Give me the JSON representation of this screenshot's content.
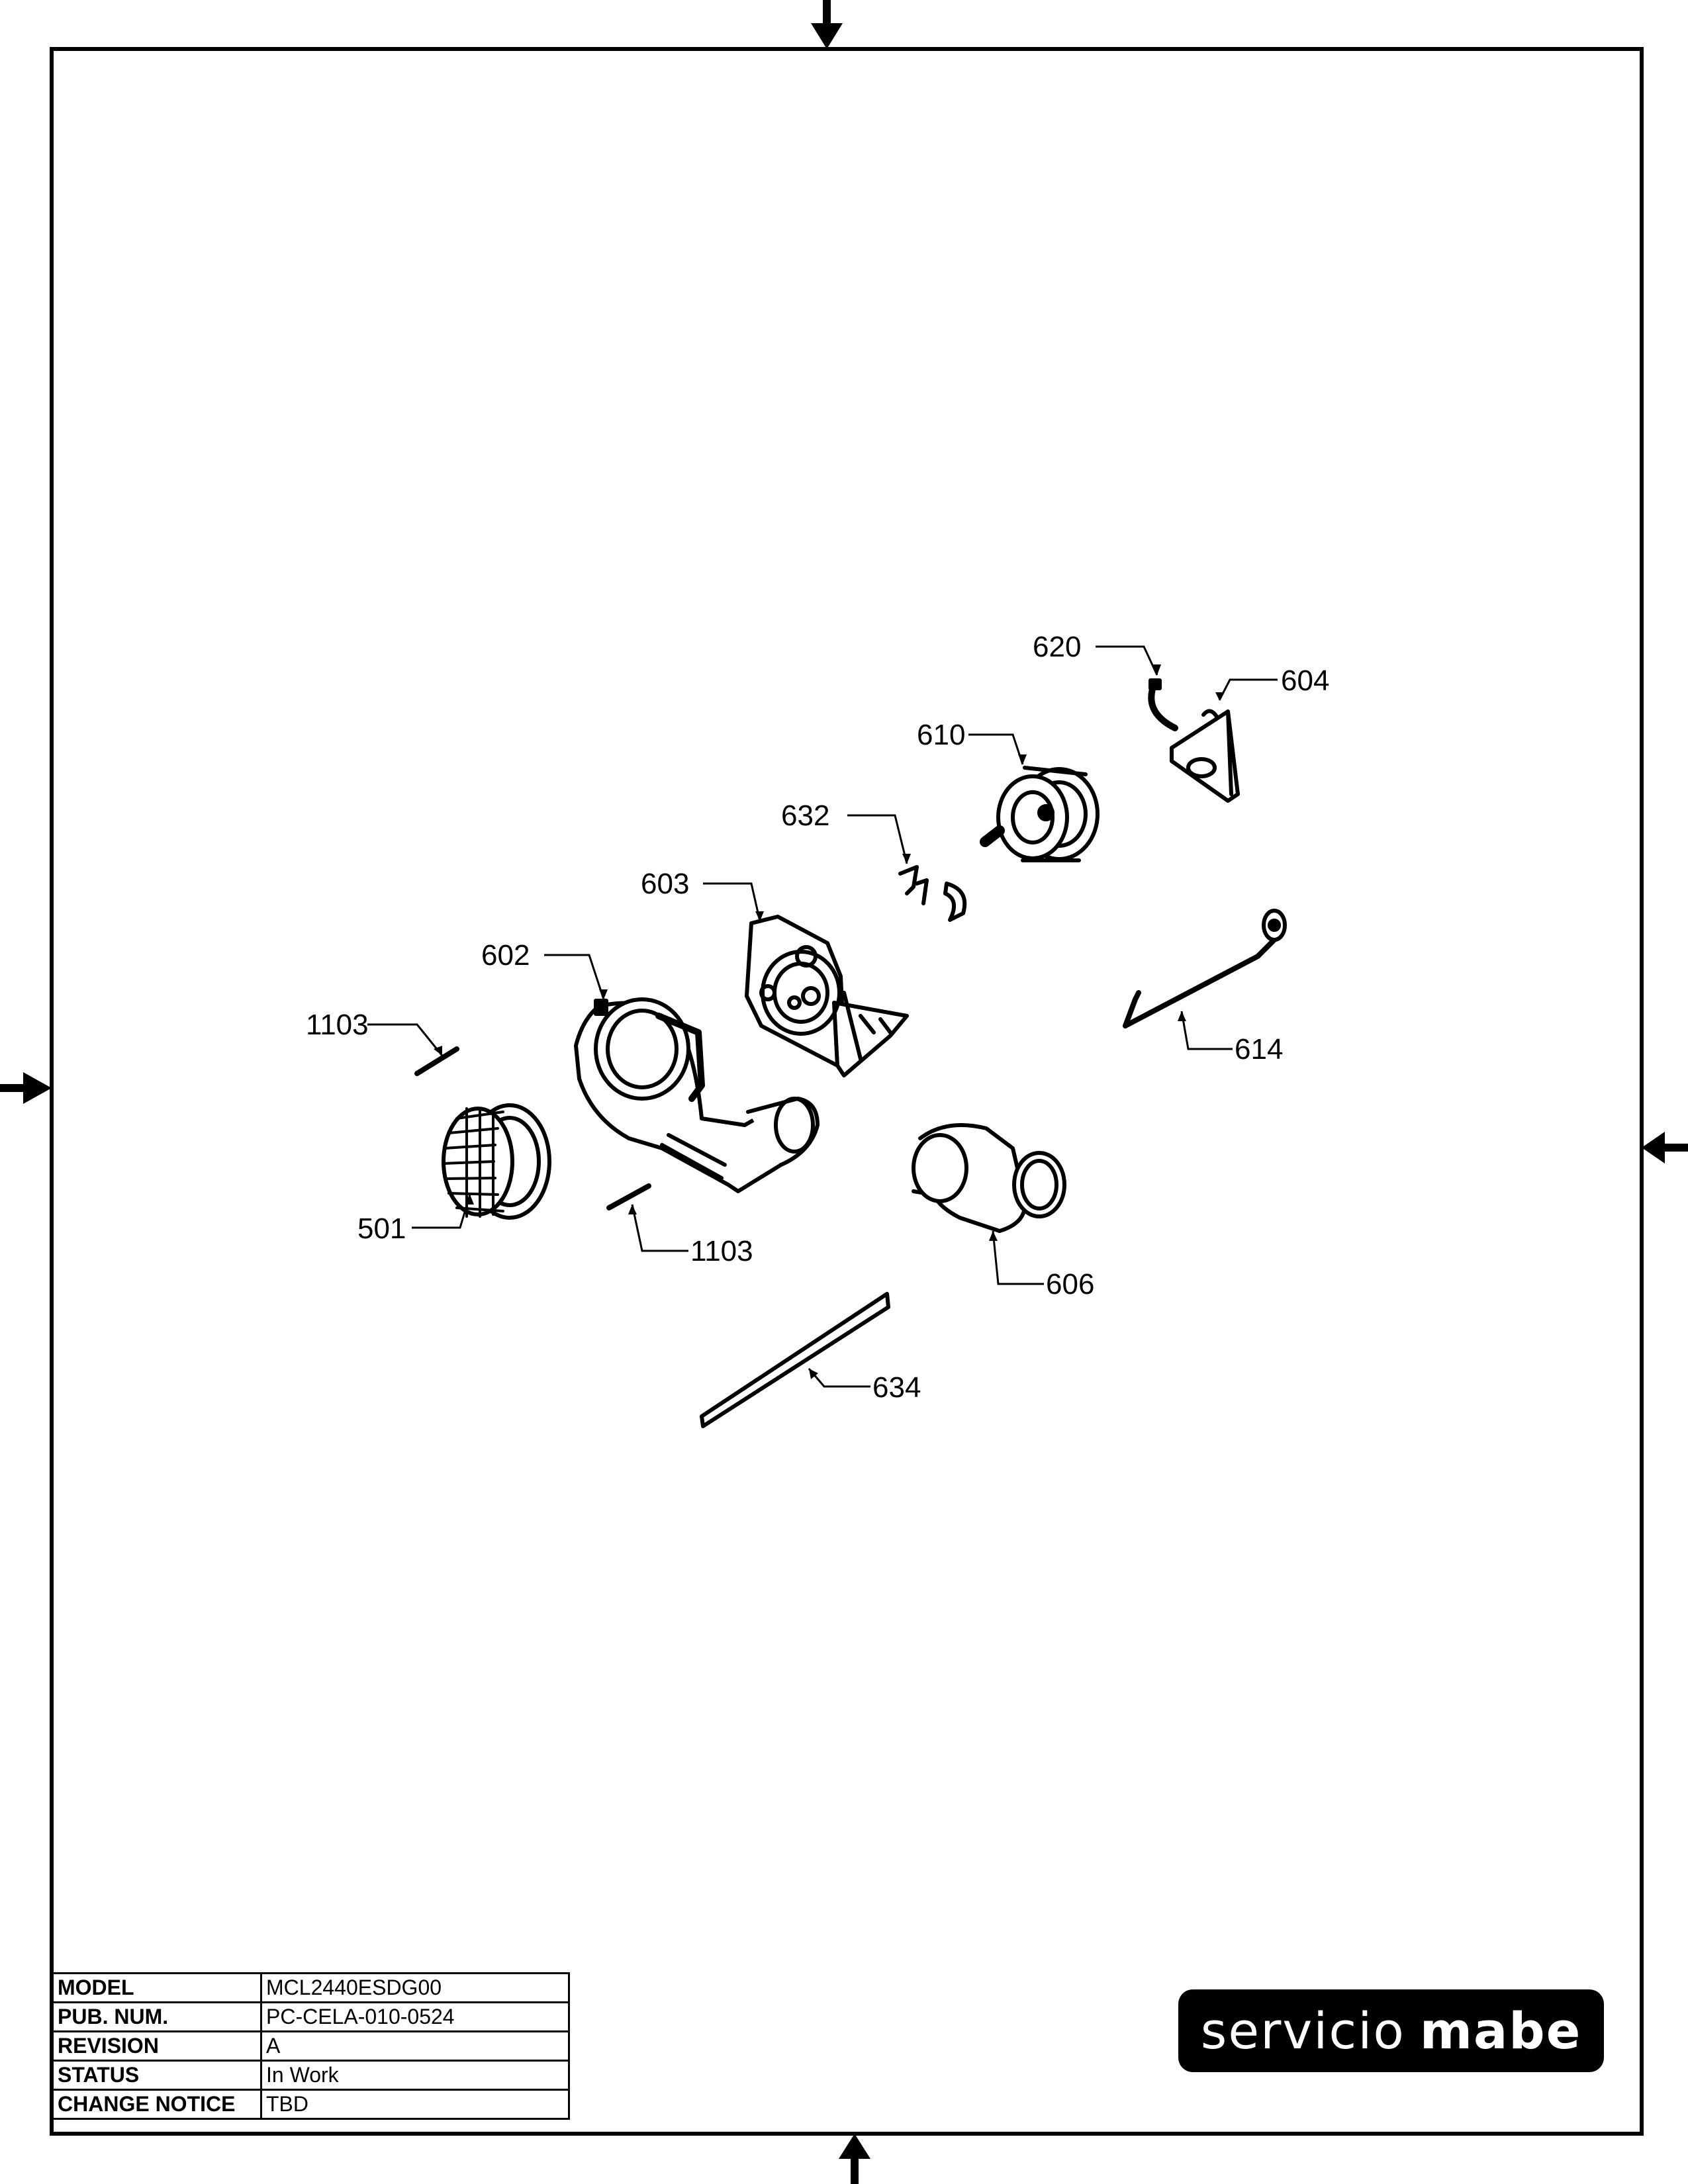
{
  "callouts": [
    {
      "id": "c620",
      "label": "620"
    },
    {
      "id": "c604",
      "label": "604"
    },
    {
      "id": "c610",
      "label": "610"
    },
    {
      "id": "c632",
      "label": "632"
    },
    {
      "id": "c603",
      "label": "603"
    },
    {
      "id": "c602",
      "label": "602"
    },
    {
      "id": "c1103a",
      "label": "1103"
    },
    {
      "id": "c1103b",
      "label": "1103"
    },
    {
      "id": "c501",
      "label": "501"
    },
    {
      "id": "c606",
      "label": "606"
    },
    {
      "id": "c614",
      "label": "614"
    },
    {
      "id": "c634",
      "label": "634"
    }
  ],
  "title_block": {
    "model_label": "MODEL",
    "model_value": "MCL2440ESDG00",
    "pub_label": "PUB. NUM.",
    "pub_value": "PC-CELA-010-0524",
    "revision_label": "REVISION",
    "revision_value": "A",
    "status_label": "STATUS",
    "status_value": "In Work",
    "notice_label": "CHANGE NOTICE",
    "notice_value": "TBD"
  },
  "logo": {
    "word1": "servicio",
    "word2": "mabe"
  },
  "colors": {
    "ink": "#000000",
    "paper": "#ffffff"
  }
}
